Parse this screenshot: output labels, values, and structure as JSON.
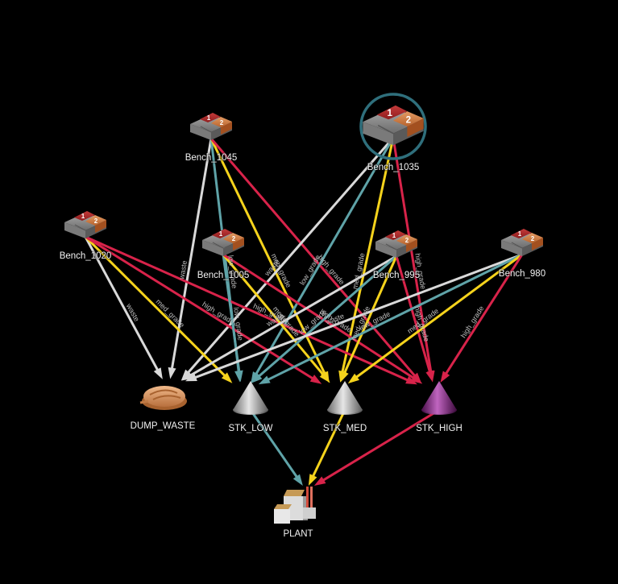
{
  "diagram": {
    "title": "Mine material flow network",
    "selected_node": "Bench_1035",
    "grades": {
      "waste": {
        "label": "waste",
        "color": "#d9d9d9"
      },
      "low_grade": {
        "label": "low_grade",
        "color": "#5fa3a8"
      },
      "med_grade": {
        "label": "med_grade",
        "color": "#f5d31c"
      },
      "high_grade": {
        "label": "high_grade",
        "color": "#d8234a"
      }
    },
    "selection_color": "#2f6f7c",
    "nodes": [
      {
        "id": "Bench_1045",
        "label": "Bench_1045",
        "type": "bench"
      },
      {
        "id": "Bench_1035",
        "label": "Bench_1035",
        "type": "bench"
      },
      {
        "id": "Bench_1020",
        "label": "Bench_1020",
        "type": "bench"
      },
      {
        "id": "Bench_1005",
        "label": "Bench_1005",
        "type": "bench"
      },
      {
        "id": "Bench_995",
        "label": "Bench_995",
        "type": "bench"
      },
      {
        "id": "Bench_980",
        "label": "Bench_980",
        "type": "bench"
      },
      {
        "id": "DUMP_WASTE",
        "label": "DUMP_WASTE",
        "type": "dump"
      },
      {
        "id": "STK_LOW",
        "label": "STK_LOW",
        "type": "stockpile",
        "color": "#b8b8b8"
      },
      {
        "id": "STK_MED",
        "label": "STK_MED",
        "type": "stockpile",
        "color": "#b8b8b8"
      },
      {
        "id": "STK_HIGH",
        "label": "STK_HIGH",
        "type": "stockpile",
        "color": "#8a2a8a"
      },
      {
        "id": "PLANT",
        "label": "PLANT",
        "type": "plant"
      }
    ],
    "edges": [
      {
        "from": "Bench_1045",
        "to": "DUMP_WASTE",
        "grade": "waste"
      },
      {
        "from": "Bench_1045",
        "to": "STK_LOW",
        "grade": "low_grade"
      },
      {
        "from": "Bench_1045",
        "to": "STK_MED",
        "grade": "med_grade"
      },
      {
        "from": "Bench_1045",
        "to": "STK_HIGH",
        "grade": "high_grade"
      },
      {
        "from": "Bench_1035",
        "to": "DUMP_WASTE",
        "grade": "waste"
      },
      {
        "from": "Bench_1035",
        "to": "STK_LOW",
        "grade": "low_grade"
      },
      {
        "from": "Bench_1035",
        "to": "STK_MED",
        "grade": "med_grade"
      },
      {
        "from": "Bench_1035",
        "to": "STK_HIGH",
        "grade": "high_grade"
      },
      {
        "from": "Bench_1020",
        "to": "DUMP_WASTE",
        "grade": "waste"
      },
      {
        "from": "Bench_1020",
        "to": "STK_LOW",
        "grade": "med_grade"
      },
      {
        "from": "Bench_1020",
        "to": "STK_MED",
        "grade": "high_grade"
      },
      {
        "from": "Bench_1020",
        "to": "STK_HIGH",
        "grade": "high_grade"
      },
      {
        "from": "Bench_1005",
        "to": "STK_LOW",
        "grade": "low_grade"
      },
      {
        "from": "Bench_1005",
        "to": "STK_MED",
        "grade": "med_grade"
      },
      {
        "from": "Bench_1005",
        "to": "STK_HIGH",
        "grade": "high_grade"
      },
      {
        "from": "Bench_995",
        "to": "DUMP_WASTE",
        "grade": "waste"
      },
      {
        "from": "Bench_995",
        "to": "STK_LOW",
        "grade": "low_grade"
      },
      {
        "from": "Bench_995",
        "to": "STK_MED",
        "grade": "med_grade"
      },
      {
        "from": "Bench_995",
        "to": "STK_HIGH",
        "grade": "high_grade"
      },
      {
        "from": "Bench_980",
        "to": "DUMP_WASTE",
        "grade": "waste"
      },
      {
        "from": "Bench_980",
        "to": "STK_LOW",
        "grade": "low_grade"
      },
      {
        "from": "Bench_980",
        "to": "STK_MED",
        "grade": "med_grade"
      },
      {
        "from": "Bench_980",
        "to": "STK_HIGH",
        "grade": "high_grade"
      },
      {
        "from": "STK_LOW",
        "to": "PLANT",
        "grade": "low_grade"
      },
      {
        "from": "STK_MED",
        "to": "PLANT",
        "grade": "med_grade"
      },
      {
        "from": "STK_HIGH",
        "to": "PLANT",
        "grade": "high_grade"
      }
    ]
  }
}
